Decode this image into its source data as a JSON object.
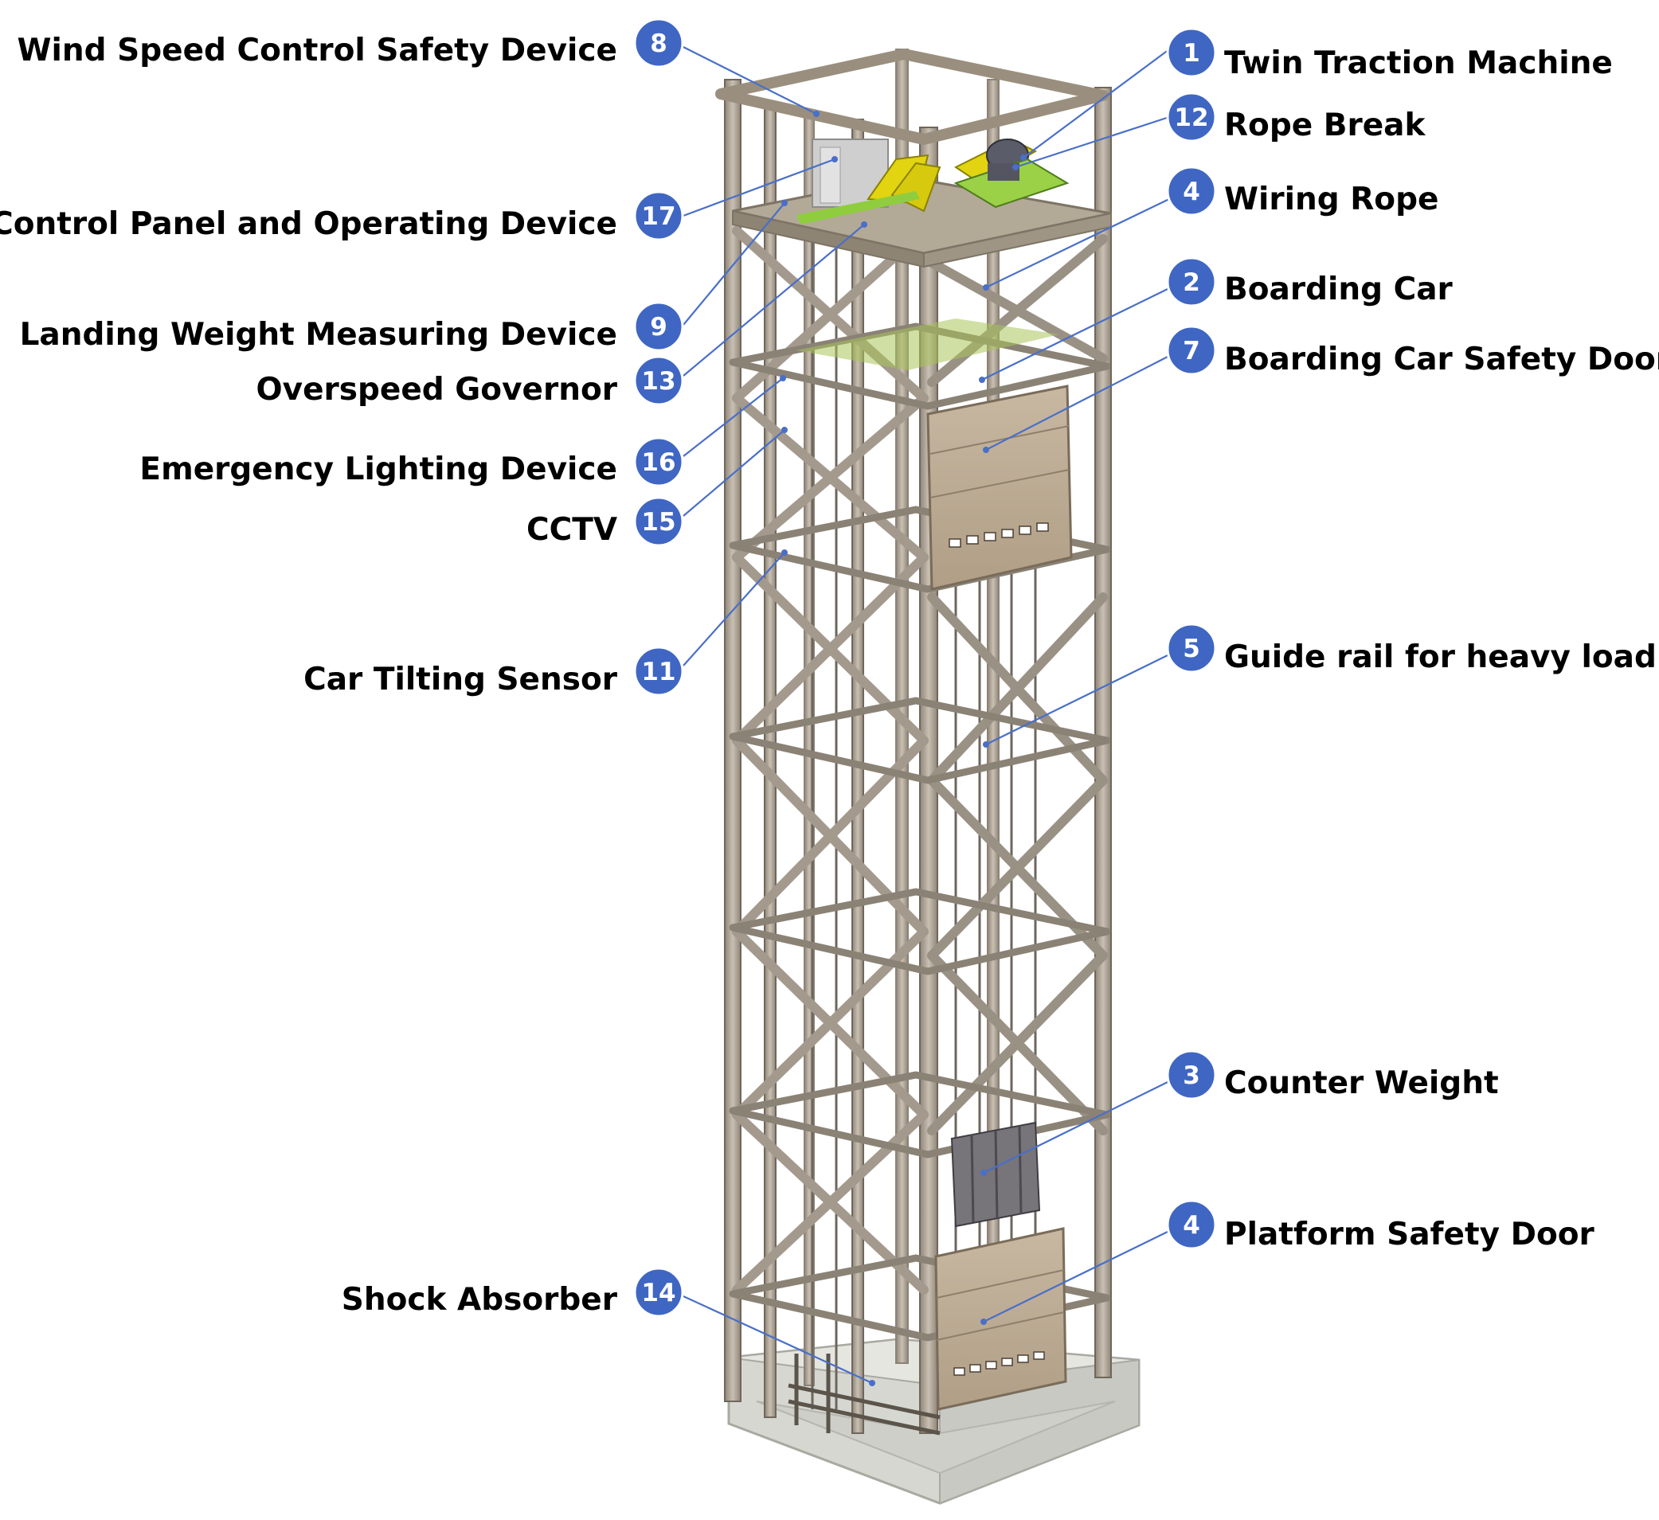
{
  "colors": {
    "badge": "#3f66c2",
    "leader": "#4a6fc8",
    "steel": "#b9afa2",
    "steel_dark": "#8b8276",
    "panel": "#bfae96",
    "concrete": "#d4d4ce",
    "machine_yellow": "#e2d411",
    "machine_green": "#9bd147"
  },
  "callouts": [
    {
      "id": "wind",
      "badge": "8",
      "label": "Wind Speed Control Safety Device"
    },
    {
      "id": "control",
      "badge": "17",
      "label": "Control Panel and Operating Device"
    },
    {
      "id": "landing",
      "badge": "9",
      "label": "Landing Weight Measuring Device"
    },
    {
      "id": "governor",
      "badge": "13",
      "label": "Overspeed Governor"
    },
    {
      "id": "emergency",
      "badge": "16",
      "label": "Emergency Lighting Device"
    },
    {
      "id": "cctv",
      "badge": "15",
      "label": "CCTV"
    },
    {
      "id": "tilt",
      "badge": "11",
      "label": "Car Tilting Sensor"
    },
    {
      "id": "shock",
      "badge": "14",
      "label": "Shock Absorber"
    },
    {
      "id": "twin",
      "badge": "1",
      "label": "Twin Traction Machine"
    },
    {
      "id": "rope",
      "badge": "12",
      "label": "Rope Break"
    },
    {
      "id": "wiring",
      "badge": "4",
      "label": "Wiring Rope"
    },
    {
      "id": "boarding",
      "badge": "2",
      "label": "Boarding Car"
    },
    {
      "id": "bcdoor",
      "badge": "7",
      "label": "Boarding Car Safety Door"
    },
    {
      "id": "guide",
      "badge": "5",
      "label": "Guide rail for heavy load"
    },
    {
      "id": "counter",
      "badge": "3",
      "label": "Counter Weight"
    },
    {
      "id": "pfdoor",
      "badge": "4",
      "label": "Platform Safety Door"
    }
  ]
}
